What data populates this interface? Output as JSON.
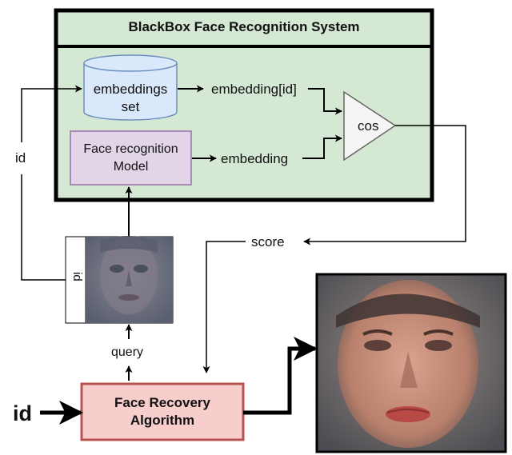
{
  "system": {
    "title": "BlackBox Face Recognition System",
    "embeddings_store": "embeddings set",
    "recognition_model": "Face recognition Model",
    "cos_node": "cos"
  },
  "arrows": {
    "embedding_id": "embedding[id]",
    "embedding": "embedding",
    "id_feedback": "id",
    "score": "score",
    "query": "query",
    "id_input": "id"
  },
  "query_image": {
    "id_tag": "id"
  },
  "recovery": {
    "algorithm": "Face Recovery Algorithm"
  },
  "colors": {
    "system_fill": "#d5e8d4",
    "embeddings_fill": "#dae8fc",
    "embeddings_stroke": "#6c8ebf",
    "model_fill": "#e1d5e7",
    "model_stroke": "#9673a6",
    "cos_fill": "#f5f5f5",
    "recovery_fill": "#f8cecc",
    "recovery_stroke": "#b85450"
  }
}
